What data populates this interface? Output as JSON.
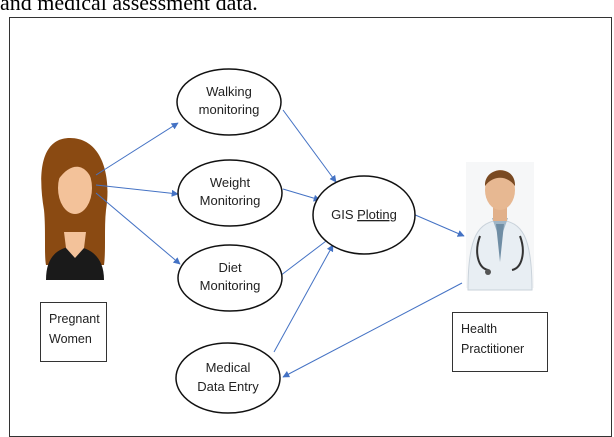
{
  "caption": "and medical assessment data.",
  "nodes": {
    "walking": [
      "Walking",
      "monitoring"
    ],
    "weight": [
      "Weight",
      "Monitoring"
    ],
    "diet": [
      "Diet",
      "Monitoring"
    ],
    "medical": [
      "Medical",
      "Data Entry"
    ],
    "gis": [
      "GIS ",
      "Ploting"
    ]
  },
  "boxes": {
    "pregnant": [
      "Pregnant",
      "Women"
    ],
    "health": [
      "Health",
      "Practitioner"
    ]
  },
  "colors": {
    "arrow": "#4472c4",
    "hair": "#8a4a12",
    "skin": "#f3c29a",
    "suit": "#1a1a1a",
    "coat": "#e8eef3"
  },
  "icons": {
    "woman": "pregnant-woman-icon",
    "doctor": "doctor-photo"
  }
}
